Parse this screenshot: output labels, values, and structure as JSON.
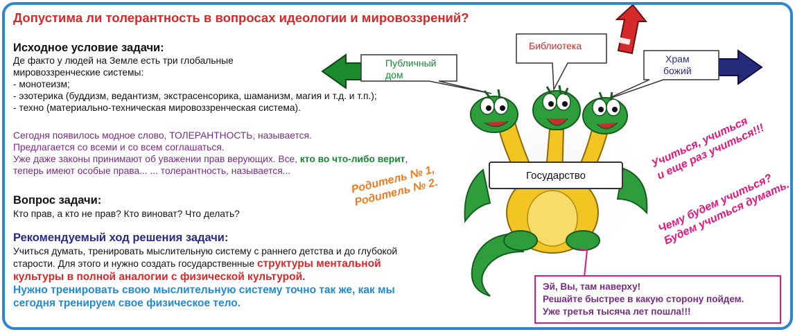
{
  "title": "Допустима ли толерантность в вопросах идеологии и мировоззрений?",
  "condition": {
    "heading": "Исходное условие задачи:",
    "lines": [
      "Де факто у людей на Земле есть три глобальные",
      "мировоззренческие системы:",
      "- монотеизм;",
      "- эзотерика (буддизм, ведантизм, экстрасенсорика, шаманизм, магия и т.д. и т.п.);",
      "- техно (материально-техническая мировоззренческая система)."
    ]
  },
  "tolerance": {
    "line1": "Сегодня появилось модное слово, ТОЛЕРАНТНОСТЬ, называется.",
    "line2": "Предлагается со всеми и со всем соглашаться.",
    "line3_start": "Уже даже законы принимают об уважении прав верующих. Все, ",
    "line3_highlight": "кто во что-либо верит",
    "line3_end": ",",
    "line4": "теперь имеют особые права... ... толерантность, называется..."
  },
  "question": {
    "heading": "Вопрос задачи:",
    "text": "Кто прав, а кто не прав? Кто виноват? Что делать?"
  },
  "solution": {
    "heading": "Рекомендуемый ход решения задачи:",
    "line1": "Учиться думать, тренировать мыслительную систему с раннего детства и до глубокой",
    "line2_start": "старости. Для этого и нужно создать государственные ",
    "line2_red": "структуры ментальной",
    "line3_red": "культуры в полной аналогии с физической культурой.",
    "blue1": "Нужно тренировать свою мыслительную систему точно так же, как мы",
    "blue2": "сегодня тренируем свое физическое тело."
  },
  "signs": {
    "left": [
      "Публичный",
      "дом"
    ],
    "center": "Библиотека",
    "right": [
      "Храм",
      "божий"
    ]
  },
  "government": "Государство",
  "parents": [
    "Родитель № 1,",
    "Родитель № 2."
  ],
  "slogan1": [
    "Учиться, учиться",
    "и еще раз учиться!!!"
  ],
  "slogan2": [
    "Чему будем учиться?",
    "Будем учиться думать."
  ],
  "note": [
    "Эй, Вы, там наверху!",
    "Решайте быстрее в какую сторону пойдем.",
    "Уже третья тысяча лет пошла!!!"
  ],
  "colors": {
    "frame": "#2f86d0",
    "title": "#d62a2a",
    "purple_text": "#7a2a85",
    "green_highlight": "#118a2e",
    "navy_heading": "#2a2a8c",
    "blue_text": "#1f8ad6",
    "pink": "#e3157f",
    "orange": "#ee7b1e",
    "dragon_green": "#2e9e3c",
    "dragon_yellow": "#f2c522",
    "arrow_left": "#1b8a2c",
    "arrow_up": "#d62a2a",
    "arrow_right": "#252a7a"
  },
  "icons": [
    "three-headed-dragon-illustration",
    "arrow-left-icon",
    "arrow-up-icon",
    "arrow-right-icon"
  ]
}
